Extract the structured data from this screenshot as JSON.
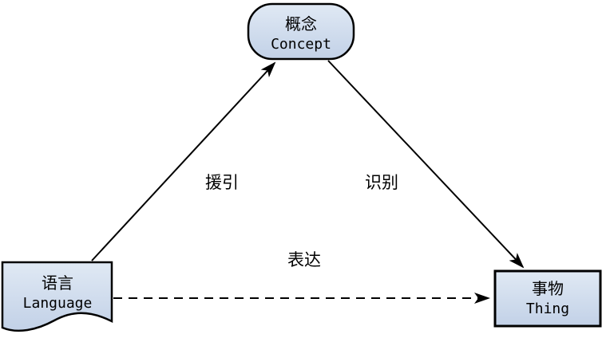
{
  "nodes": {
    "concept": {
      "zh": "概念",
      "en": "Concept"
    },
    "language": {
      "zh": "语言",
      "en": "Language"
    },
    "thing": {
      "zh": "事物",
      "en": "Thing"
    }
  },
  "edges": {
    "language_to_concept": {
      "label": "援引",
      "style": "solid-arrow"
    },
    "concept_to_thing": {
      "label": "识别",
      "style": "solid-arrow"
    },
    "language_to_thing": {
      "label": "表达",
      "style": "dashed-arrow"
    }
  },
  "colors": {
    "node_fill_top": "#e0e9f4",
    "node_fill_bottom": "#c2d1e7",
    "stroke": "#000000",
    "text": "#000000",
    "background": "#ffffff"
  }
}
